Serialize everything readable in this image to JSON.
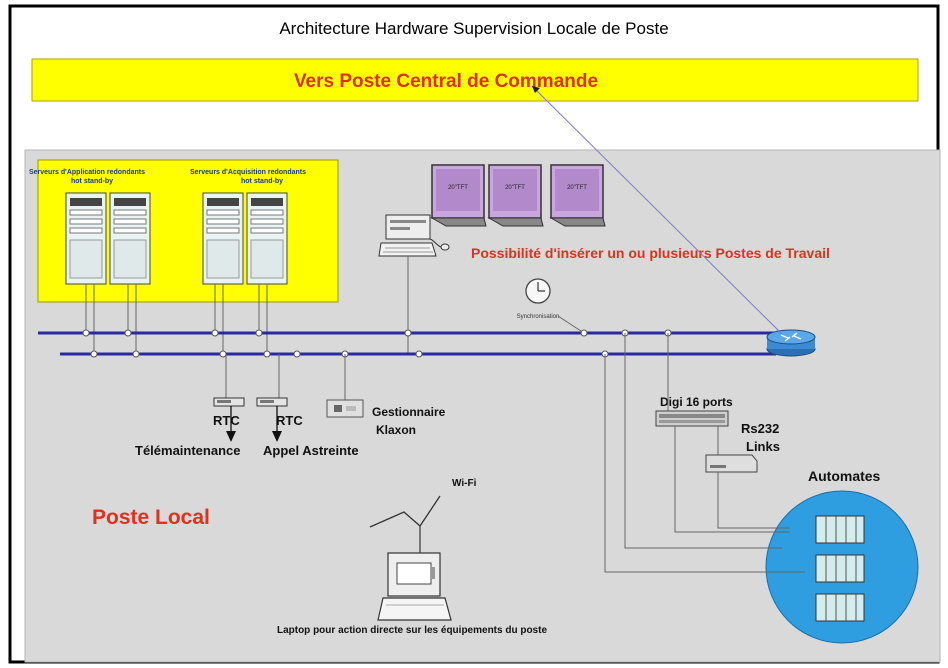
{
  "title": "Architecture Hardware Supervision Locale de Poste",
  "banner": "Vers Poste Central de Commande",
  "servers": {
    "application_label_l1": "Serveurs d'Application redondants",
    "application_label_l2": "hot stand-by",
    "acquisition_label_l1": "Serveurs d'Acquisition redondants",
    "acquisition_label_l2": "hot stand-by"
  },
  "monitors": [
    "20\"TFT",
    "20\"TFT",
    "20\"TFT"
  ],
  "workstations_note": "Possibilité d'insérer un ou plusieurs Postes de Travail",
  "synchronisation": "Synchronisation",
  "rtc1": "RTC",
  "rtc2": "RTC",
  "telemaintenance": "Télémaintenance",
  "appel_astreinte": "Appel Astreinte",
  "gestionnaire_l1": "Gestionnaire",
  "gestionnaire_l2": "Klaxon",
  "digi": "Digi 16 ports",
  "rs232_l1": "Rs232",
  "rs232_l2": "Links",
  "automates": "Automates",
  "poste_local": "Poste Local",
  "wifi": "Wi-Fi",
  "laptop_caption": "Laptop pour action directe sur les équipements du poste",
  "colors": {
    "banner_fill": "#ffff00",
    "accent_red": "#e0301e",
    "network_line": "#2a2aa0",
    "area_gray": "#d9d9d9",
    "automates_fill": "#2e9ee0"
  }
}
